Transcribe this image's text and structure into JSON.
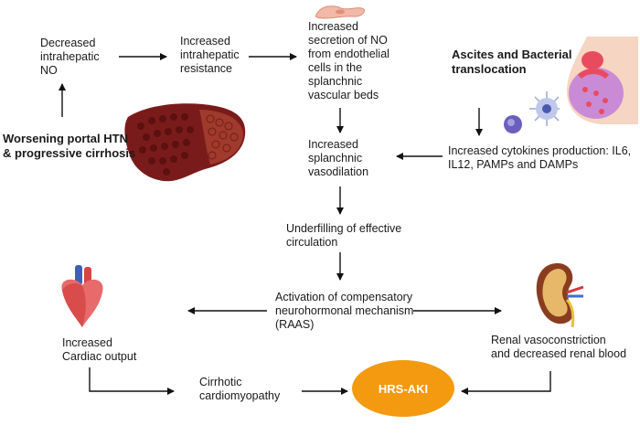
{
  "nodes": {
    "decreased_no": "Decreased\nintrahepatic\nNO",
    "increased_resistance": "Increased\nintrahepatic\nresistance",
    "increased_secretion": "Increased\nsecretion of NO\nfrom endothelial\ncells in the\nsplanchnic\nvascular beds",
    "ascites": "Ascites and Bacterial\ntranslocation",
    "worsening": "Worsening portal HTN\n& progressive cirrhosis",
    "splanchnic_vasodilation": "Increased\nsplanchnic\nvasodilation",
    "cytokines": "Increased cytokines production: IL6,\nIL12, PAMPs and DAMPs",
    "underfilling": "Underfilling of effective\ncirculation",
    "activation": "Activation of compensatory\nneurohormonal mechanism\n(RAAS)",
    "cardiac_output": "Increased\nCardiac output",
    "renal": "Renal vasoconstriction\nand decreased renal blood",
    "cardiomyopathy": "Cirrhotic\ncardiomyopathy",
    "hrs_aki": "HRS-AKI"
  },
  "colors": {
    "hrs_fill": "#f39a10",
    "liver": "#8b1e1e",
    "arrow": "#111111"
  },
  "icons": [
    "endothelial-cell-icon",
    "liver-icon",
    "abdomen-icon",
    "bacteria-icon",
    "heart-icon",
    "kidney-icon"
  ]
}
